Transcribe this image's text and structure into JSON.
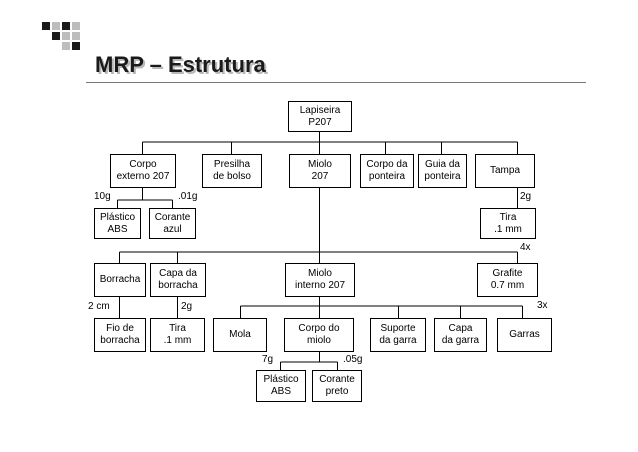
{
  "title": "MRP – Estrutura",
  "nodes": {
    "lapiseira": "Lapiseira\nP207",
    "corpo_externo": "Corpo\nexterno 207",
    "presilha": "Presilha\nde bolso",
    "miolo": "Miolo\n207",
    "corpo_ponteira": "Corpo da\nponteira",
    "guia_ponteira": "Guia da\nponteira",
    "tampa": "Tampa",
    "plastico_abs_1": "Plástico\nABS",
    "corante_azul": "Corante\nazul",
    "tira_tampa": "Tira\n.1 mm",
    "borracha": "Borracha",
    "capa_borracha": "Capa da\nborracha",
    "miolo_interno": "Miolo\ninterno 207",
    "grafite": "Grafite\n0.7 mm",
    "fio_borracha": "Fio de\nborracha",
    "tira_capa": "Tira\n.1 mm",
    "mola": "Mola",
    "corpo_miolo": "Corpo do\nmiolo",
    "suporte_garra": "Suporte\nda garra",
    "capa_garra": "Capa\nda garra",
    "garras": "Garras",
    "plastico_abs_2": "Plástico\nABS",
    "corante_preto": "Corante\npreto"
  },
  "quantities": {
    "q_10g": "10g",
    "q_01g": ".01g",
    "q_2g_tampa": "2g",
    "q_4x": "4x",
    "q_2cm": "2 cm",
    "q_2g_capa": "2g",
    "q_3x": "3x",
    "q_7g": "7g",
    "q_05g": ".05g"
  }
}
